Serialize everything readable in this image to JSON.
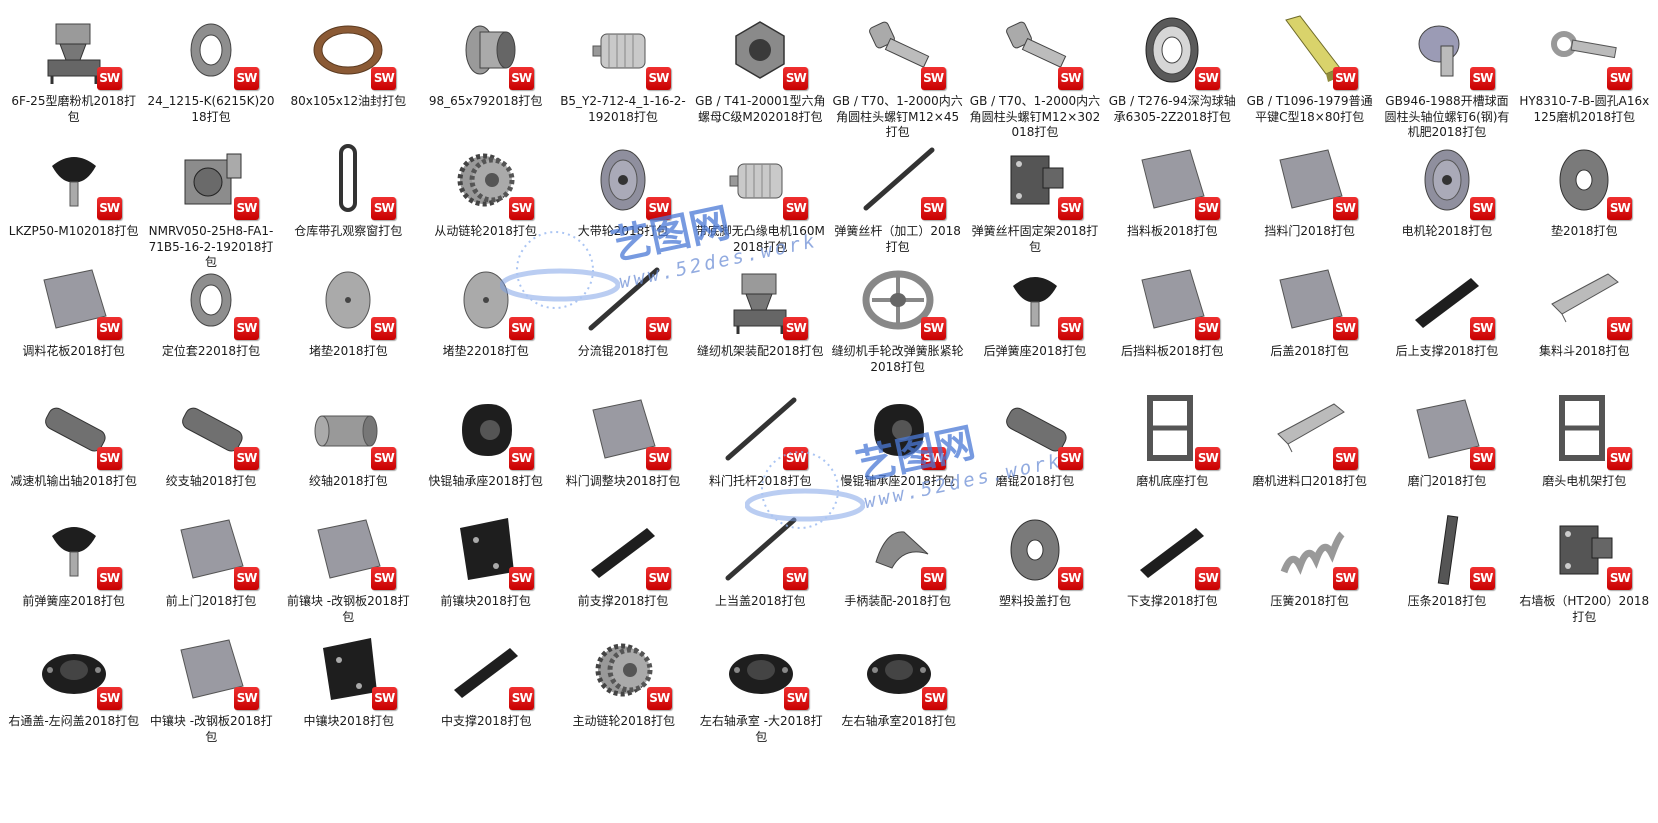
{
  "badge_text": "SW",
  "watermark": {
    "cn": "艺图网",
    "url": "www.52des.work"
  },
  "colors": {
    "badge": "#d40000",
    "part": "#8d8d8d",
    "dark": "#1e1e1e",
    "yellow": "#d9d36b",
    "bronze": "#8b5a35"
  },
  "rows": [
    [
      {
        "label": "6F-25型磨粉机2018打包",
        "icon": "machine-icon"
      },
      {
        "label": "24_1215-K(6215K)2018打包",
        "icon": "ring-icon"
      },
      {
        "label": "80x105x12油封打包",
        "icon": "seal-ring-icon"
      },
      {
        "label": "98_65x792018打包",
        "icon": "bushing-icon"
      },
      {
        "label": "B5_Y2-712-4_1-16-2-192018打包",
        "icon": "motor-icon"
      },
      {
        "label": "GB / T41-20001型六角螺母C级M202018打包",
        "icon": "nut-icon"
      },
      {
        "label": "GB / T70、1-2000内六角圆柱头螺钉M12×45打包",
        "icon": "bolt-icon"
      },
      {
        "label": "GB / T70、1-2000内六角圆柱头螺钉M12×302018打包",
        "icon": "bolt-icon"
      },
      {
        "label": "GB / T276-94深沟球轴承6305-2Z2018打包",
        "icon": "bearing-icon"
      },
      {
        "label": "GB / T1096-1979普通平键C型18×80打包",
        "icon": "key-icon"
      },
      {
        "label": "GB946-1988开槽球面圆柱头轴位螺钉6(钢)有机肥2018打包",
        "icon": "screw-icon"
      },
      {
        "label": "HY8310-7-B-圆孔A16x125磨机2018打包",
        "icon": "eyebolt-icon"
      }
    ],
    [
      {
        "label": "LKZP50-M102018打包",
        "icon": "knob-icon"
      },
      {
        "label": "NMRV050-25H8-FA1-71B5-16-2-192018打包",
        "icon": "gearbox-icon"
      },
      {
        "label": "仓库带孔观察窗打包",
        "icon": "window-icon"
      },
      {
        "label": "从动链轮2018打包",
        "icon": "sprocket-icon"
      },
      {
        "label": "大带轮2018打包",
        "icon": "pulley-icon"
      },
      {
        "label": "带底脚无凸缘电机160M2018打包",
        "icon": "motor-icon"
      },
      {
        "label": "弹簧丝杆（加工）2018打包",
        "icon": "rod-icon"
      },
      {
        "label": "弹簧丝杆固定架2018打包",
        "icon": "bracket-icon"
      },
      {
        "label": "挡料板2018打包",
        "icon": "plate-icon"
      },
      {
        "label": "挡料门2018打包",
        "icon": "plate-icon"
      },
      {
        "label": "电机轮2018打包",
        "icon": "pulley-icon"
      },
      {
        "label": "垫2018打包",
        "icon": "washer-icon"
      }
    ],
    [
      {
        "label": "调料花板2018打包",
        "icon": "plate-icon"
      },
      {
        "label": "定位套22018打包",
        "icon": "ring-icon"
      },
      {
        "label": "堵垫2018打包",
        "icon": "disc-icon"
      },
      {
        "label": "堵垫22018打包",
        "icon": "disc-icon"
      },
      {
        "label": "分流锟2018打包",
        "icon": "rod-icon"
      },
      {
        "label": "缝纫机架装配2018打包",
        "icon": "machine-icon"
      },
      {
        "label": "缝纫机手轮改弹簧胀紧轮2018打包",
        "icon": "handwheel-icon"
      },
      {
        "label": "后弹簧座2018打包",
        "icon": "knob-icon"
      },
      {
        "label": "后挡料板2018打包",
        "icon": "plate-icon"
      },
      {
        "label": "后盖2018打包",
        "icon": "plate-icon"
      },
      {
        "label": "后上支撑2018打包",
        "icon": "beam-icon"
      },
      {
        "label": "集料斗2018打包",
        "icon": "hopper-icon"
      }
    ],
    [
      {
        "label": "减速机输出轴2018打包",
        "icon": "shaft-icon"
      },
      {
        "label": "绞支轴2018打包",
        "icon": "shaft-icon"
      },
      {
        "label": "绞轴2018打包",
        "icon": "cylinder-icon"
      },
      {
        "label": "快锟轴承座2018打包",
        "icon": "bearing-seat-icon"
      },
      {
        "label": "料门调整块2018打包",
        "icon": "plate-icon"
      },
      {
        "label": "料门托杆2018打包",
        "icon": "rod-icon"
      },
      {
        "label": "慢锟轴承座2018打包",
        "icon": "bearing-seat-icon"
      },
      {
        "label": "磨锟2018打包",
        "icon": "shaft-icon"
      },
      {
        "label": "磨机底座打包",
        "icon": "frame-icon"
      },
      {
        "label": "磨机进料口2018打包",
        "icon": "hopper-icon"
      },
      {
        "label": "磨门2018打包",
        "icon": "plate-icon"
      },
      {
        "label": "磨头电机架打包",
        "icon": "frame-icon"
      }
    ],
    [
      {
        "label": "前弹簧座2018打包",
        "icon": "knob-icon"
      },
      {
        "label": "前上门2018打包",
        "icon": "plate-icon"
      },
      {
        "label": "前镶块 -改钢板2018打包",
        "icon": "plate-icon"
      },
      {
        "label": "前镶块2018打包",
        "icon": "block-icon"
      },
      {
        "label": "前支撑2018打包",
        "icon": "beam-icon"
      },
      {
        "label": "上当盖2018打包",
        "icon": "rod-icon"
      },
      {
        "label": "手柄装配-2018打包",
        "icon": "handle-icon"
      },
      {
        "label": "塑料投盖打包",
        "icon": "washer-icon"
      },
      {
        "label": "下支撑2018打包",
        "icon": "beam-icon"
      },
      {
        "label": "压簧2018打包",
        "icon": "spring-icon"
      },
      {
        "label": "压条2018打包",
        "icon": "strip-icon"
      },
      {
        "label": "右墙板（HT200）2018打包",
        "icon": "bracket-icon"
      }
    ],
    [
      {
        "label": "右通盖-左闷盖2018打包",
        "icon": "cover-icon"
      },
      {
        "label": "中镶块 -改钢板2018打包",
        "icon": "plate-icon"
      },
      {
        "label": "中镶块2018打包",
        "icon": "block-icon"
      },
      {
        "label": "中支撑2018打包",
        "icon": "beam-icon"
      },
      {
        "label": "主动链轮2018打包",
        "icon": "sprocket-icon"
      },
      {
        "label": "左右轴承室 -大2018打包",
        "icon": "cover-icon"
      },
      {
        "label": "左右轴承室2018打包",
        "icon": "cover-icon"
      }
    ]
  ]
}
